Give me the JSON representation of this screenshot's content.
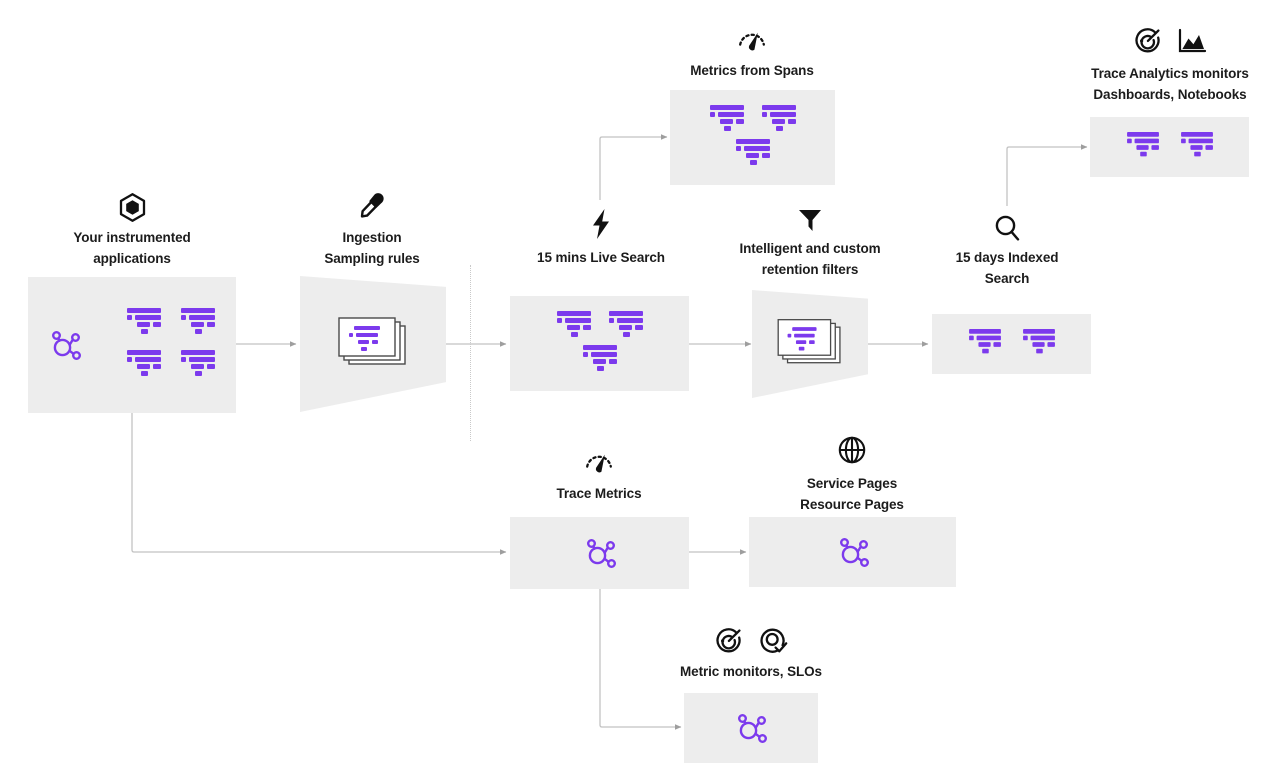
{
  "diagram": {
    "title": "Datadog APM trace pipeline",
    "colors": {
      "purple": "#7C3AED",
      "panel_bg": "#ededed",
      "connector": "#b0b0b0",
      "icon_dark": "#111111",
      "text": "#1c1c1c",
      "background": "#ffffff",
      "divider": "#c9c9c9"
    },
    "stages": [
      {
        "id": "instrumented-applications",
        "label": "Your instrumented\napplications",
        "icons": [
          "hexagon-icon"
        ],
        "panel": "rectangle",
        "glyphs": "flamegraph-x4-and-node"
      },
      {
        "id": "ingestion-sampling-rules",
        "label": "Ingestion\nSampling rules",
        "icons": [
          "eyedropper-icon"
        ],
        "panel": "funnel",
        "glyphs": "stacked-cards"
      },
      {
        "id": "live-search",
        "label": "15 mins Live Search",
        "icons": [
          "lightning-bolt-icon"
        ],
        "panel": "rectangle",
        "glyphs": "flamegraph-x3"
      },
      {
        "id": "retention-filters",
        "label": "Intelligent and custom\nretention filters",
        "icons": [
          "funnel-filter-icon"
        ],
        "panel": "funnel",
        "glyphs": "stacked-cards"
      },
      {
        "id": "indexed-search",
        "label": "15 days Indexed\nSearch",
        "icons": [
          "magnifier-icon"
        ],
        "panel": "rectangle",
        "glyphs": "flamegraph-x2"
      },
      {
        "id": "metrics-from-spans",
        "label": "Metrics from Spans",
        "icons": [
          "gauge-icon"
        ],
        "panel": "rectangle",
        "glyphs": "flamegraph-x3"
      },
      {
        "id": "trace-analytics-monitors",
        "label": "Trace Analytics monitors\nDashboards, Notebooks",
        "icons": [
          "monitor-target-icon",
          "area-chart-icon"
        ],
        "panel": "rectangle",
        "glyphs": "flamegraph-x2"
      },
      {
        "id": "trace-metrics",
        "label": "Trace Metrics",
        "icons": [
          "gauge-icon"
        ],
        "panel": "rectangle",
        "glyphs": "node-graph"
      },
      {
        "id": "service-resource-pages",
        "label": "Service Pages\nResource Pages",
        "icons": [
          "globe-icon"
        ],
        "panel": "rectangle",
        "glyphs": "node-graph"
      },
      {
        "id": "metric-monitors-slos",
        "label": "Metric monitors, SLOs",
        "icons": [
          "monitor-target-icon",
          "slo-target-check-icon"
        ],
        "panel": "rectangle",
        "glyphs": "node-graph"
      }
    ],
    "flows": [
      {
        "from": "instrumented-applications",
        "to": "ingestion-sampling-rules"
      },
      {
        "from": "ingestion-sampling-rules",
        "to": "live-search"
      },
      {
        "from": "live-search",
        "to": "retention-filters"
      },
      {
        "from": "retention-filters",
        "to": "indexed-search"
      },
      {
        "from": "live-search",
        "to": "metrics-from-spans"
      },
      {
        "from": "indexed-search",
        "to": "trace-analytics-monitors"
      },
      {
        "from": "instrumented-applications",
        "to": "trace-metrics"
      },
      {
        "from": "trace-metrics",
        "to": "service-resource-pages"
      },
      {
        "from": "trace-metrics",
        "to": "metric-monitors-slos"
      }
    ]
  }
}
